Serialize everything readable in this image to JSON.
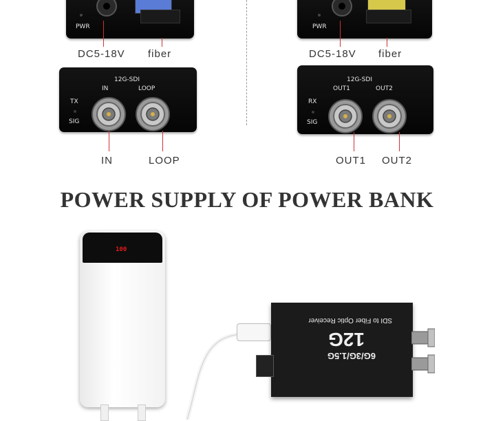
{
  "top_left": {
    "pwr_label": "PWR",
    "captions": {
      "dc": "DC5-18V",
      "fiber": "fiber"
    }
  },
  "top_right": {
    "pwr_label": "PWR",
    "captions": {
      "dc": "DC5-18V",
      "fiber": "fiber"
    }
  },
  "transmitter": {
    "header": "12G-SDI",
    "port1_label": "IN",
    "port2_label": "LOOP",
    "led1_label": "TX",
    "led2_label": "SIG",
    "caption1": "IN",
    "caption2": "LOOP"
  },
  "receiver": {
    "header": "12G-SDI",
    "port1_label": "OUT1",
    "port2_label": "OUT2",
    "led1_label": "RX",
    "led2_label": "SIG",
    "caption1": "OUT1",
    "caption2": "OUT2"
  },
  "section_title": "POWER SUPPLY OF POWER BANK",
  "power_bank": {
    "display": "100",
    "display_color": "#e21b1b"
  },
  "receiver_box": {
    "line1": "12G",
    "line2": "6G/3G/1.5G",
    "line3": "SDI to Fiber Optic Receiver"
  },
  "colors": {
    "leader_line": "#cc3333",
    "device_body": "#0b0b0b",
    "label_text": "#333333"
  }
}
